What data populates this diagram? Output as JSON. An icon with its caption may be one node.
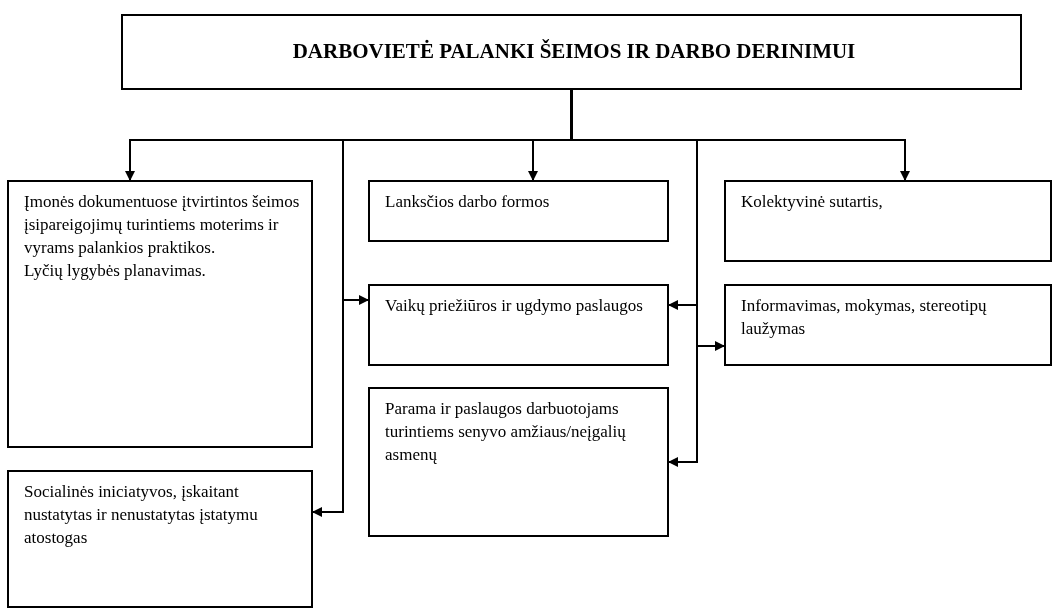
{
  "diagram": {
    "nodes": [
      {
        "text": [
          "DARBOVIETĖ PALANKI ŠEIMOS IR DARBO DERINIMUI"
        ]
      },
      {
        "text": [
          "Įmonės dokumentuose įtvirtintos šeimos įsipareigojimų turintiems moterims ir vyrams palankios praktikos.",
          "Lyčių lygybės planavimas."
        ]
      },
      {
        "text": [
          "Lanksčios darbo formos"
        ]
      },
      {
        "text": [
          "Kolektyvinė sutartis,"
        ]
      },
      {
        "text": [
          "Vaikų priežiūros ir ugdymo paslaugos"
        ]
      },
      {
        "text": [
          "Informavimas, mokymas, stereotipų laužymas"
        ]
      },
      {
        "text": [
          "Parama ir paslaugos darbuotojams turintiems senyvo amžiaus/neįgalių asmenų"
        ]
      },
      {
        "text": [
          "Socialinės iniciatyvos, įskaitant nustatytas ir nenustatytas įstatymu atostogas"
        ]
      }
    ],
    "edges": [
      {
        "from": 0,
        "to": 1,
        "arrow": "to"
      },
      {
        "from": 0,
        "to": 2,
        "arrow": "to"
      },
      {
        "from": 0,
        "to": 3,
        "arrow": "to"
      },
      {
        "from": 0,
        "to": 4,
        "arrow": "to"
      },
      {
        "from": 0,
        "to": 4,
        "arrow": "to"
      },
      {
        "from": 0,
        "to": 5,
        "arrow": "to"
      },
      {
        "from": 0,
        "to": 6,
        "arrow": "to"
      },
      {
        "from": 0,
        "to": 7,
        "arrow": "to"
      }
    ]
  }
}
